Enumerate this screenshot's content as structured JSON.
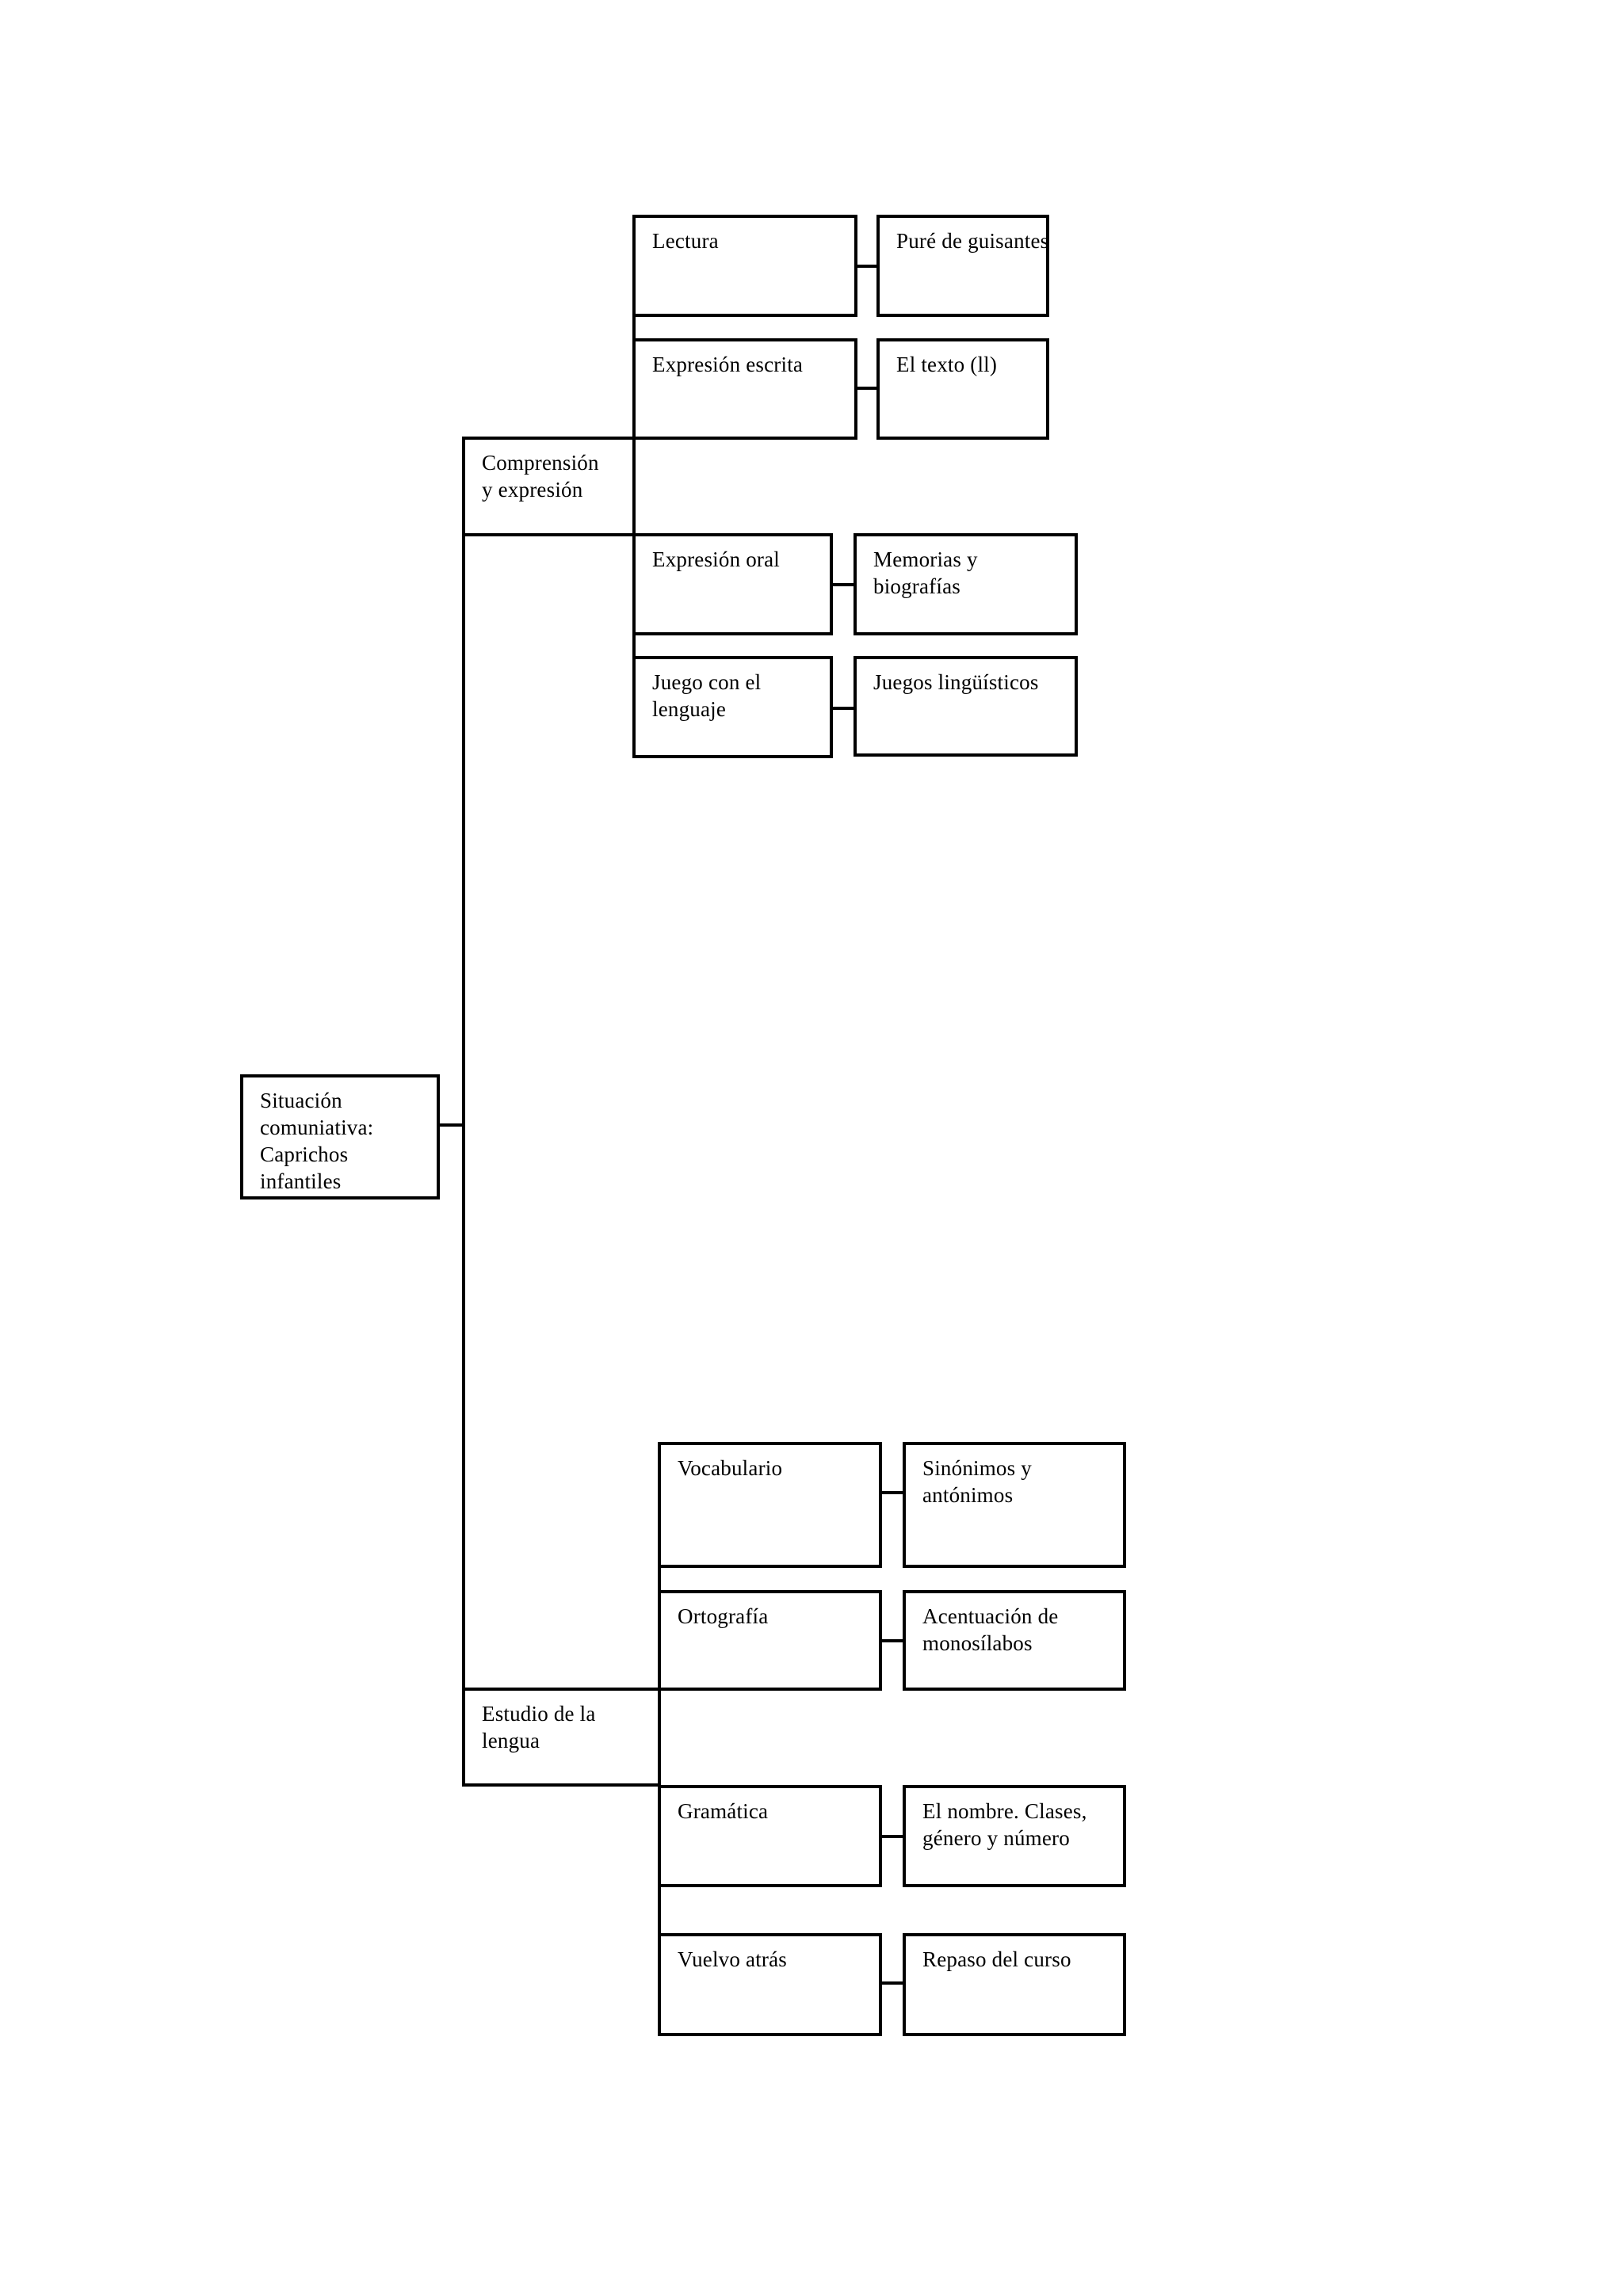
{
  "diagram": {
    "title": "Esquema de unidad didáctica de lengua",
    "colors": {
      "background": "#ffffff",
      "line": "#000000",
      "text": "#000000"
    },
    "root": {
      "label": "Situación\ncomuniativa:\nCaprichos\ninfantiles"
    },
    "branches": [
      {
        "label": "Comprensión\ny expresión",
        "children": [
          {
            "label": "Lectura",
            "topic": "Puré de guisantes"
          },
          {
            "label": "Expresión escrita",
            "topic": "El texto (ll)"
          },
          {
            "label": "Expresión oral",
            "topic": "Memorias y\nbiografías"
          },
          {
            "label": "Juego con el\nlenguaje",
            "topic": "Juegos lingüísticos"
          }
        ]
      },
      {
        "label": "Estudio de la\nlengua",
        "children": [
          {
            "label": "Vocabulario",
            "topic": "Sinónimos y\nantónimos"
          },
          {
            "label": "Ortografía",
            "topic": "Acentuación de\nmonosílabos"
          },
          {
            "label": "Gramática",
            "topic": "El nombre. Clases,\ngénero y número"
          },
          {
            "label": "Vuelvo atrás",
            "topic": "Repaso del curso"
          }
        ]
      }
    ]
  }
}
